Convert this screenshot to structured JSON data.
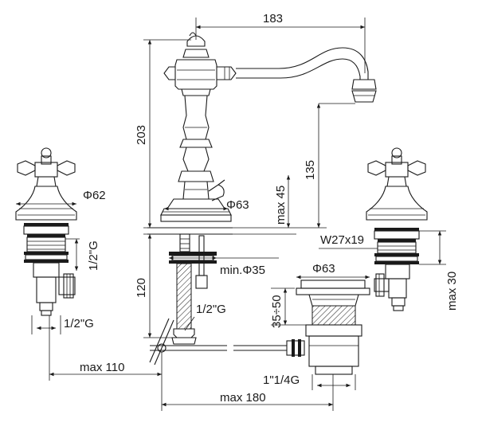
{
  "drawing": {
    "dimensions": {
      "spout_reach": "183",
      "total_height": "203",
      "spout_height": "135",
      "max_45": "max 45",
      "base_diameter_center": "Φ63",
      "base_diameter_left": "Φ62",
      "min_hole": "min.Φ35",
      "height_120": "120",
      "thread_left_vertical": "1/2\"G",
      "thread_left_bottom": "1/2\"G",
      "thread_center": "1/2\"G",
      "max_110": "max 110",
      "max_180": "max 180",
      "waste_diameter": "Φ63",
      "waste_range": "35÷50",
      "waste_thread": "1\"1/4G",
      "wrench_size": "W27x19",
      "max_30": "max 30"
    }
  }
}
